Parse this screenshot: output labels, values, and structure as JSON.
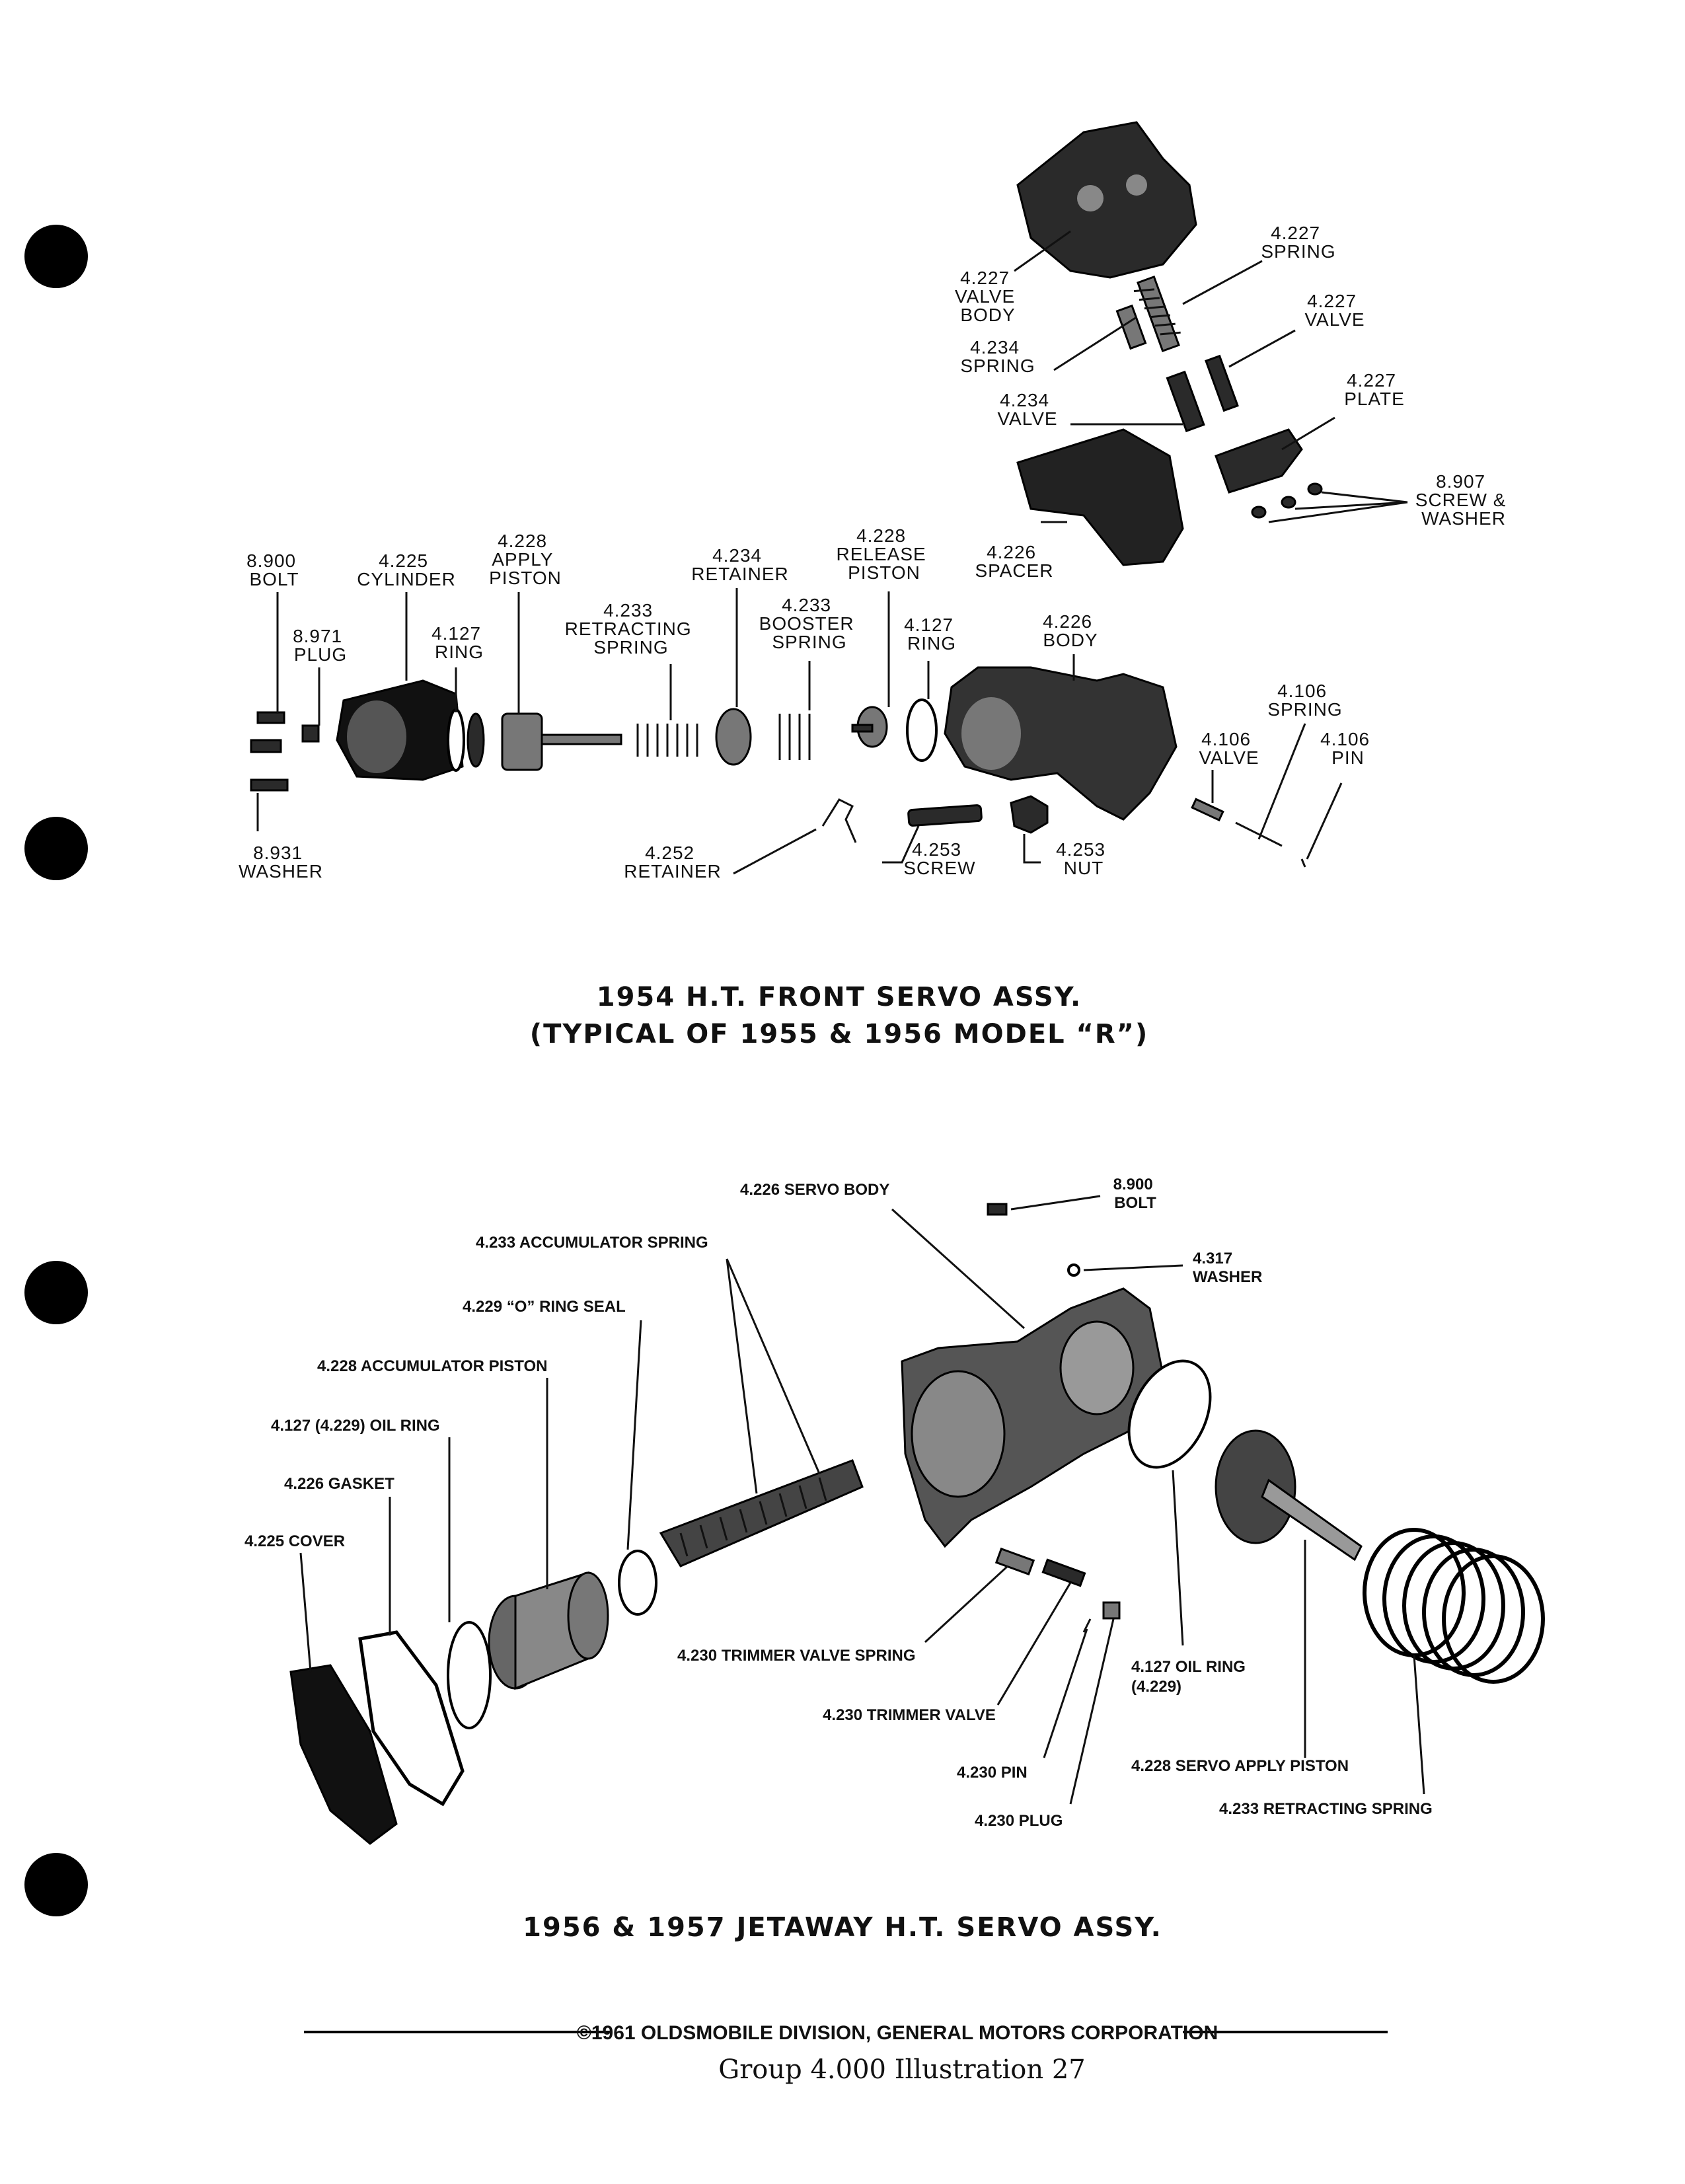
{
  "diagram1": {
    "title_line1": "1954 H.T. FRONT SERVO ASSY.",
    "title_line2": "(TYPICAL OF 1955 & 1956 MODEL “R”)",
    "labels": {
      "valve_body": [
        "4.227",
        "VALVE",
        "BODY"
      ],
      "spring_4227": [
        "4.227",
        "SPRING"
      ],
      "valve_4227": [
        "4.227",
        "VALVE"
      ],
      "spring_4234": [
        "4.234",
        "SPRING"
      ],
      "valve_4234": [
        "4.234",
        "VALVE"
      ],
      "plate_4227": [
        "4.227",
        "PLATE"
      ],
      "screw_washer": [
        "8.907",
        "SCREW &",
        "WASHER"
      ],
      "spacer": [
        "4.226",
        "SPACER"
      ],
      "bolt": [
        "8.900",
        "BOLT"
      ],
      "cylinder": [
        "4.225",
        "CYLINDER"
      ],
      "apply_piston": [
        "4.228",
        "APPLY",
        "PISTON"
      ],
      "plug": [
        "8.971",
        "PLUG"
      ],
      "ring_left": [
        "4.127",
        "RING"
      ],
      "retracting_spring": [
        "4.233",
        "RETRACTING",
        "SPRING"
      ],
      "retainer_4234": [
        "4.234",
        "RETAINER"
      ],
      "booster_spring": [
        "4.233",
        "BOOSTER",
        "SPRING"
      ],
      "release_piston": [
        "4.228",
        "RELEASE",
        "PISTON"
      ],
      "ring_right": [
        "4.127",
        "RING"
      ],
      "body": [
        "4.226",
        "BODY"
      ],
      "spring_4106": [
        "4.106",
        "SPRING"
      ],
      "valve_4106": [
        "4.106",
        "VALVE"
      ],
      "pin_4106": [
        "4.106",
        "PIN"
      ],
      "washer": [
        "8.931",
        "WASHER"
      ],
      "retainer_4252": [
        "4.252",
        "RETAINER"
      ],
      "screw_4253": [
        "4.253",
        "SCREW"
      ],
      "nut_4253": [
        "4.253",
        "NUT"
      ]
    }
  },
  "diagram2": {
    "title": "1956 & 1957 JETAWAY H.T. SERVO ASSY.",
    "labels": {
      "servo_body": "4.226 SERVO BODY",
      "bolt": [
        "8.900",
        "BOLT"
      ],
      "washer": [
        "4.317",
        "WASHER"
      ],
      "accumulator_spring": "4.233 ACCUMULATOR SPRING",
      "o_ring_seal": "4.229 “O” RING SEAL",
      "accumulator_piston": "4.228 ACCUMULATOR PISTON",
      "oil_ring_left": "4.127 (4.229) OIL RING",
      "gasket": "4.226 GASKET",
      "cover": "4.225 COVER",
      "trimmer_valve_spring": "4.230 TRIMMER VALVE SPRING",
      "trimmer_valve": "4.230 TRIMMER VALVE",
      "pin": "4.230 PIN",
      "plug": "4.230 PLUG",
      "oil_ring_right": [
        "4.127 OIL RING",
        "(4.229)"
      ],
      "servo_apply_piston": "4.228 SERVO APPLY PISTON",
      "retracting_spring": "4.233 RETRACTING SPRING"
    }
  },
  "footer": {
    "copyright": "©1961 OLDSMOBILE DIVISION, GENERAL MOTORS CORPORATION",
    "group": "Group  4.000  Illustration 27"
  }
}
